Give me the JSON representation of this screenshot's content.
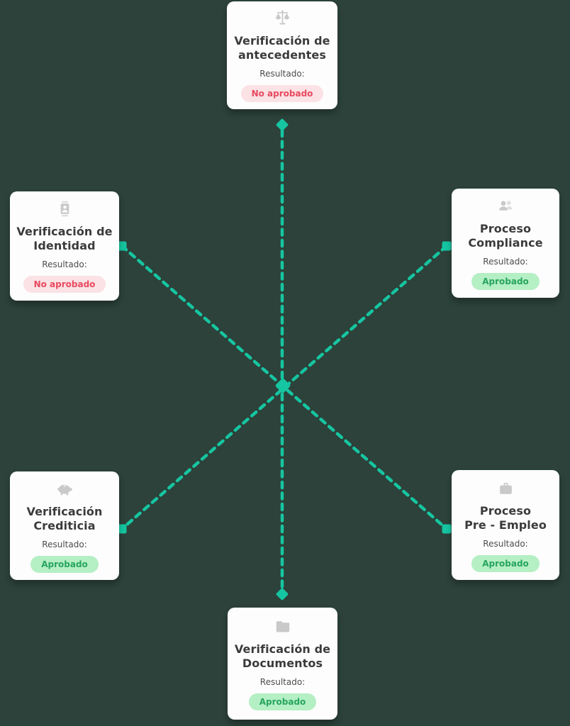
{
  "app": {
    "background_color": "#2c423a",
    "accent_color": "#16c5a1"
  },
  "diagram": {
    "result_label": "Resultado:",
    "status_colors": {
      "approved_bg": "#b5efc4",
      "approved_text": "#27a55e",
      "rejected_bg": "#fbe2e4",
      "rejected_text": "#e9495f"
    },
    "cards": [
      {
        "id": "antecedentes",
        "icon": "scales-icon",
        "title": "Verificación de\nantecedentes",
        "result_label": "Resultado:",
        "status": "No aprobado",
        "status_type": "rejected"
      },
      {
        "id": "identidad",
        "icon": "id-badge-icon",
        "title": "Verificación de\nIdentidad",
        "result_label": "Resultado:",
        "status": "No aprobado",
        "status_type": "rejected"
      },
      {
        "id": "compliance",
        "icon": "people-icon",
        "title": "Proceso\nCompliance",
        "result_label": "Resultado:",
        "status": "Aprobado",
        "status_type": "approved"
      },
      {
        "id": "crediticia",
        "icon": "piggy-bank-icon",
        "title": "Verificación\nCrediticia",
        "result_label": "Resultado:",
        "status": "Aprobado",
        "status_type": "approved"
      },
      {
        "id": "empleo",
        "icon": "briefcase-icon",
        "title": "Proceso\nPre - Empleo",
        "result_label": "Resultado:",
        "status": "Aprobado",
        "status_type": "approved"
      },
      {
        "id": "documentos",
        "icon": "folder-icon",
        "title": "Verificación de\nDocumentos",
        "result_label": "Resultado:",
        "status": "Aprobado",
        "status_type": "approved"
      }
    ]
  }
}
